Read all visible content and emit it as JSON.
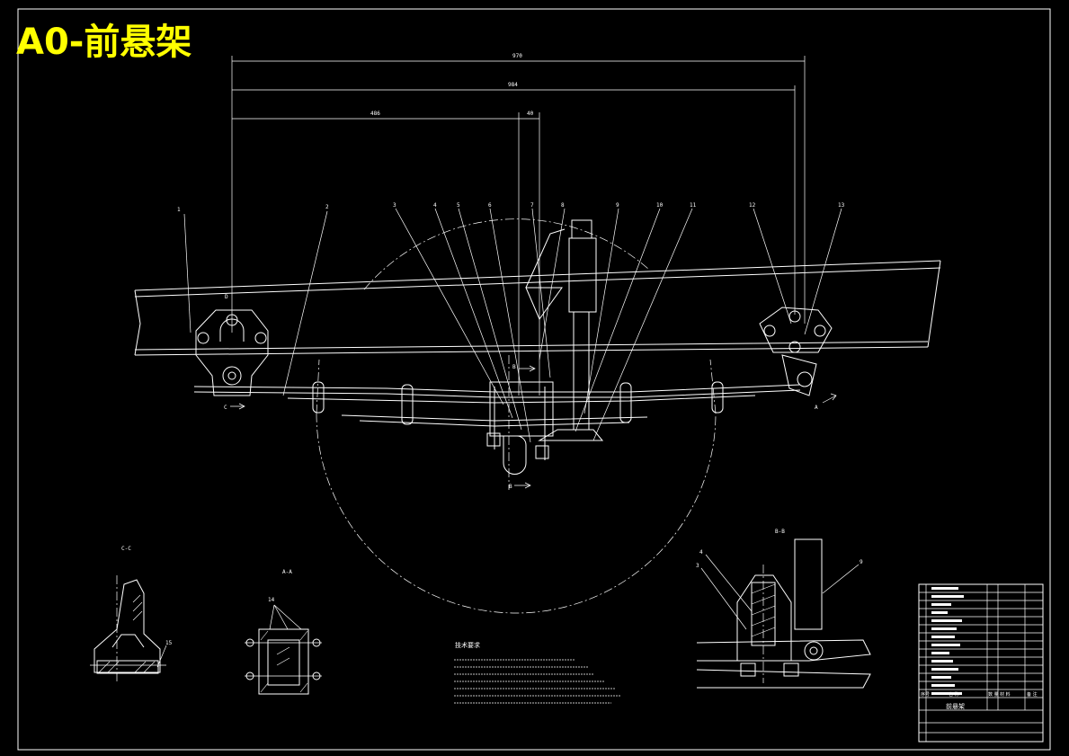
{
  "title": "A0-前悬架",
  "colors": {
    "background": "#000000",
    "lines": "#ffffff",
    "title": "#ffff00"
  },
  "dimensions": {
    "d1": "970",
    "d2": "984",
    "d3": "486",
    "d4": "40"
  },
  "balloons": [
    "1",
    "2",
    "3",
    "4",
    "5",
    "6",
    "7",
    "8",
    "9",
    "10",
    "11",
    "12",
    "13"
  ],
  "section_marks": {
    "c_left": "C",
    "b_top": "B",
    "b_bottom": "B",
    "a": "A",
    "d": "D"
  },
  "views": {
    "cc_label": "C-C",
    "aa_label": "A-A",
    "bb_label": "B-B",
    "cc_callout": "15",
    "aa_callout": "14",
    "bb_callout_4": "4",
    "bb_callout_3": "3",
    "bb_callout_9": "9"
  },
  "tech_req_title": "技术要求",
  "title_block": {
    "part_name": "前悬架",
    "header": {
      "seq": "序号",
      "name": "名 称",
      "qty": "数 量",
      "material": "材 料",
      "note": "备 注"
    }
  }
}
